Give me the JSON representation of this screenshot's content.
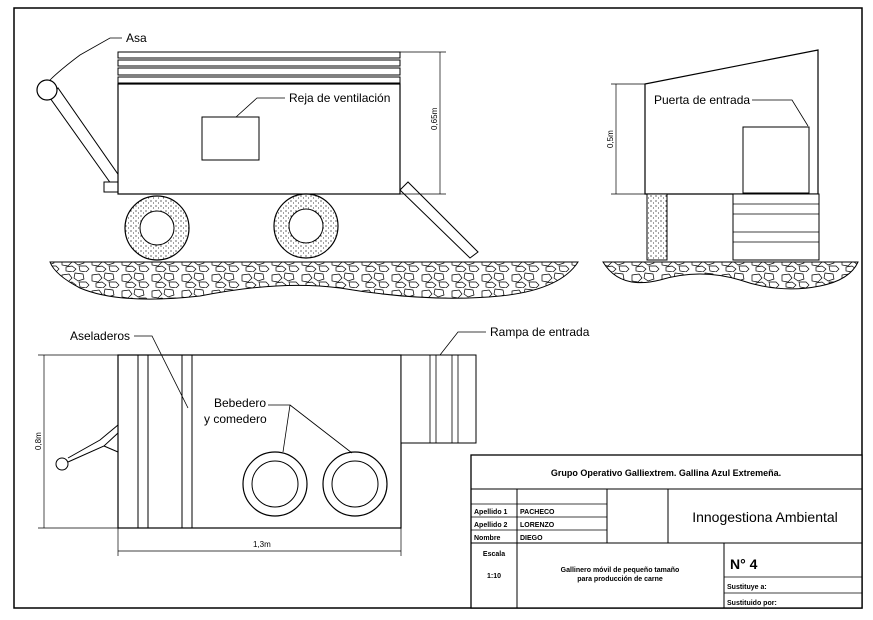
{
  "labels": {
    "asa": "Asa",
    "reja": "Reja de ventilación",
    "puerta": "Puerta de entrada",
    "aseladeros": "Aseladeros",
    "rampa": "Rampa de entrada",
    "bebedero_1": "Bebedero",
    "bebedero_2": "y comedero"
  },
  "dimensions": {
    "front_height": "0,65m",
    "side_height": "0,5m",
    "plan_width": "0,8m",
    "plan_length": "1,3m"
  },
  "title_block": {
    "group": "Grupo Operativo Galliextrem. Gallina Azul Extremeña.",
    "company": "Innogestiona Ambiental",
    "apellido1_label": "Apellido 1",
    "apellido1_value": "PACHECO",
    "apellido2_label": "Apellido 2",
    "apellido2_value": "LORENZO",
    "nombre_label": "Nombre",
    "nombre_value": "DIEGO",
    "escala_label": "Escala",
    "escala_value": "1:10",
    "description_1": "Gallinero móvil de pequeño tamaño",
    "description_2": "para producción de carne",
    "number": "N° 4",
    "sustituye": "Sustituye a:",
    "sustituido": "Sustituido por:"
  }
}
